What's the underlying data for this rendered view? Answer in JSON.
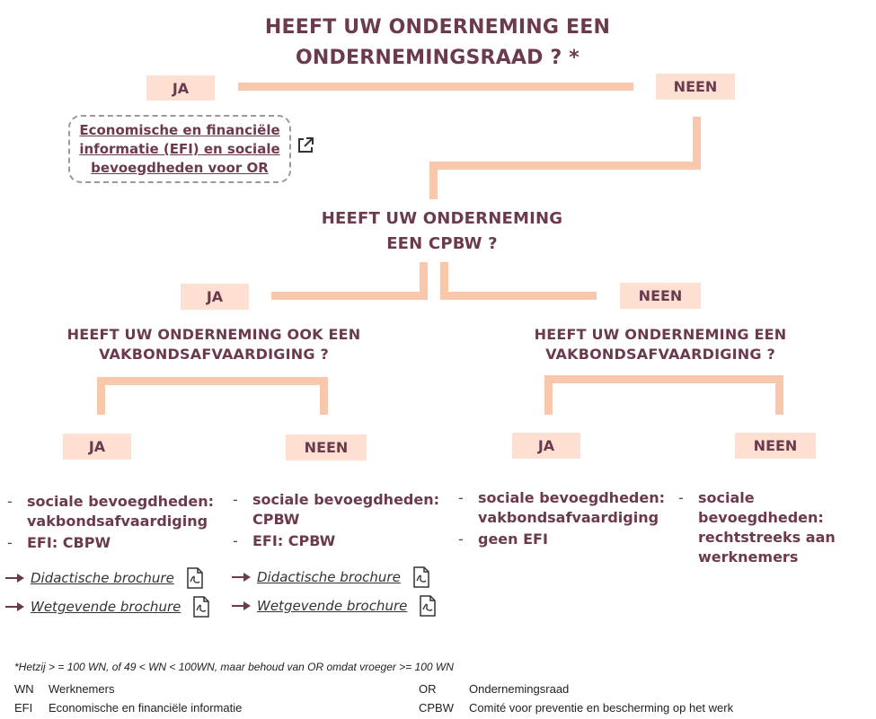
{
  "top": {
    "question_line1": "HEEFT UW ONDERNEMING EEN",
    "question_line2": "ONDERNEMINGSRAAD ? *",
    "yes": "JA",
    "no": "NEEN",
    "efi_link_line1": "Economische en financiële",
    "efi_link_line2": "informatie (EFI) en sociale",
    "efi_link_line3": "bevoegdheden voor OR",
    "external_icon": "external-link-icon"
  },
  "cpbw": {
    "question_line1": "HEEFT UW ONDERNEMING",
    "question_line2": "EEN CPBW ?",
    "yes": "JA",
    "no": "NEEN"
  },
  "left_branch": {
    "question_line1": "HEEFT UW ONDERNEMING OOK EEN",
    "question_line2": "VAKBONDSAFVAARDIGING ?",
    "yes": "JA",
    "no": "NEEN"
  },
  "right_branch": {
    "question_line1": "HEEFT UW ONDERNEMING EEN",
    "question_line2": "VAKBONDSAFVAARDIGING ?",
    "yes": "JA",
    "no": "NEEN"
  },
  "outcomes": {
    "col1": {
      "item1_line1": "sociale bevoegdheden:",
      "item1_line2": "vakbondsafvaardiging",
      "item2": "EFI: CBPW"
    },
    "col2": {
      "item1_line1": "sociale bevoegdheden:",
      "item1_line2": "CPBW",
      "item2": "EFI: CPBW"
    },
    "col3": {
      "item1_line1": "sociale bevoegdheden:",
      "item1_line2": "vakbondsafvaardiging",
      "item2": "geen EFI"
    },
    "col4": {
      "item1_line1": "sociale bevoegdheden:",
      "item1_line2": "rechtstreeks aan",
      "item1_line3": "werknemers"
    },
    "dash": "-"
  },
  "brochures": {
    "didactic": "Didactische brochure",
    "legislative": "Wetgevende brochure",
    "pdf_icon": "pdf-icon",
    "arrow_icon": "arrow-right-icon"
  },
  "footnote": "*Hetzij > = 100 WN, of 49 < WN < 100WN, maar behoud van OR omdat vroeger >= 100 WN",
  "legend": [
    {
      "abbr": "WN",
      "text": "Werknemers"
    },
    {
      "abbr": "EFI",
      "text": "Economische en financiële informatie"
    },
    {
      "abbr": "OR",
      "text": "Ondernemingsraad"
    },
    {
      "abbr": "CPBW",
      "text": "Comité voor preventie en bescherming op het werk"
    }
  ],
  "colors": {
    "text": "#6b3a4e",
    "label_bg": "#fde0d2",
    "connector": "#f9c7ac"
  }
}
